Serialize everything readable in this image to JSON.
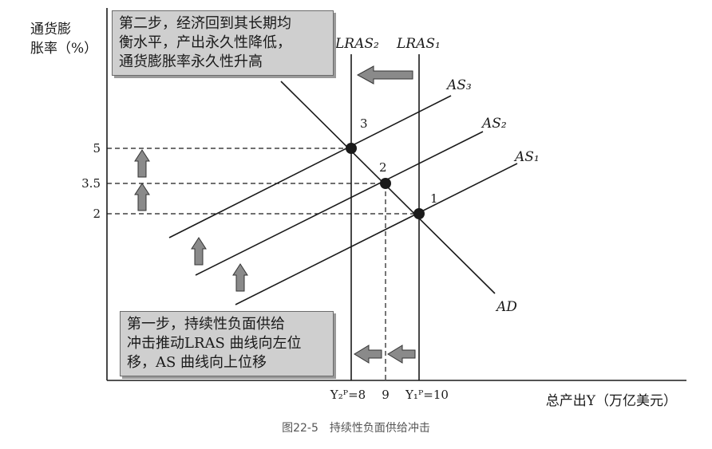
{
  "chart_data": {
    "type": "line",
    "ylabel_lines": [
      "通货膨",
      "胀率（%）"
    ],
    "xlabel": "总产出Y（万亿美元）",
    "y_ticks": [
      {
        "value": 5,
        "label": "5"
      },
      {
        "value": 3.5,
        "label": "3.5"
      },
      {
        "value": 2,
        "label": "2"
      }
    ],
    "x_ticks": [
      {
        "value": 8,
        "label": "Y₂ᴾ=8"
      },
      {
        "value": 9,
        "label": "9"
      },
      {
        "value": 10,
        "label": "Y₁ᴾ=10"
      }
    ],
    "series": [
      {
        "name": "LRAS₂",
        "kind": "vertical",
        "x": 8
      },
      {
        "name": "LRAS₁",
        "kind": "vertical",
        "x": 10
      },
      {
        "name": "AS₁",
        "kind": "upward",
        "through": [
          10,
          2
        ]
      },
      {
        "name": "AS₂",
        "kind": "upward",
        "through": [
          9,
          3.5
        ]
      },
      {
        "name": "AS₃",
        "kind": "upward",
        "through": [
          8,
          5
        ]
      },
      {
        "name": "AD",
        "kind": "downward",
        "through": [
          [
            8,
            5
          ],
          [
            10,
            2
          ]
        ]
      }
    ],
    "points": [
      {
        "label": "1",
        "x": 10,
        "y": 2
      },
      {
        "label": "2",
        "x": 9,
        "y": 3.5
      },
      {
        "label": "3",
        "x": 8,
        "y": 5
      }
    ],
    "grid": false,
    "legend": "none"
  },
  "annotations": {
    "step2_lines": [
      "第二步，经济回到其长期均",
      "衡水平，产出永久性降低，",
      "通货膨胀率永久性升高"
    ],
    "step1_lines": [
      "第一步，持续性负面供给",
      "冲击推动LRAS 曲线向左位",
      "移，AS 曲线向上位移"
    ]
  },
  "caption": "图22-5　持续性负面供给冲击",
  "colors": {
    "line": "#1a1a1a",
    "box_fill": "#cfcfcf",
    "arrow_fill": "#8a8a8a"
  }
}
